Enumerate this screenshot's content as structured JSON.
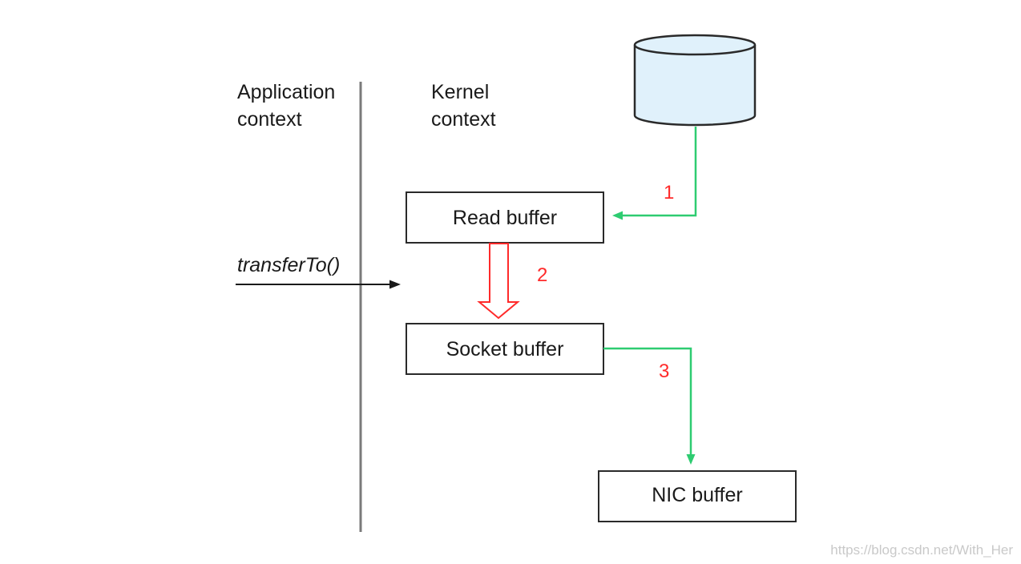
{
  "contexts": {
    "application": [
      "Application",
      "context"
    ],
    "kernel": [
      "Kernel",
      "context"
    ]
  },
  "call": "transferTo()",
  "boxes": {
    "read": "Read buffer",
    "socket": "Socket buffer",
    "nic": "NIC buffer"
  },
  "steps": {
    "one": "1",
    "two": "2",
    "three": "3"
  },
  "icons": {
    "disk": "disk-cylinder-icon"
  },
  "colors": {
    "dma_arrow": "#2ecc71",
    "cpu_copy_arrow": "#ff2a2a",
    "step_label": "#ff2a2a",
    "disk_fill": "#e0f1fb",
    "divider": "#7a7a7a"
  },
  "watermark": "https://blog.csdn.net/With_Her"
}
